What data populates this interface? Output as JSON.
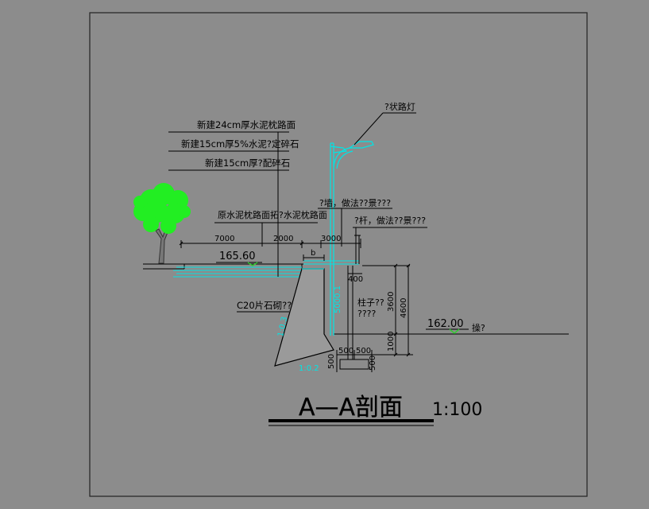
{
  "labels": {
    "layer1": "新建24cm厚水泥枕路面",
    "layer2": "新建15cm厚5%水泥?定碎石",
    "layer3": "新建15cm厚?配碎石",
    "streetlight": "?状路灯",
    "old_surface": "原水泥枕路面拓?水泥枕路面",
    "railing1": "?墙，做法??景???",
    "railing2": "?杆，做法??景???",
    "column": "柱子??",
    "column2": "????",
    "wall_material": "C20片石砌??",
    "river": "操?",
    "title": "A—A剖面",
    "scale": "1:100"
  },
  "dimensions": {
    "d7000": "7000",
    "d2000": "2000",
    "d3000": "3000",
    "db": "b",
    "d400": "400",
    "d3600": "3600",
    "d4600": "4600",
    "d1000": "1000",
    "d500a": "500",
    "d500b": "500",
    "d500c": "500",
    "d500d": "500",
    "pole_height": "5000.1",
    "slope1": "1:0.3",
    "slope2": "1:0.2"
  },
  "elevations": {
    "road": "165.60",
    "water": "162.00"
  },
  "colors": {
    "background": "#8c8c8c",
    "line": "#000000",
    "cyan": "#00e5e5",
    "tree": "#22ee22",
    "elev_mark": "#33cc33"
  }
}
